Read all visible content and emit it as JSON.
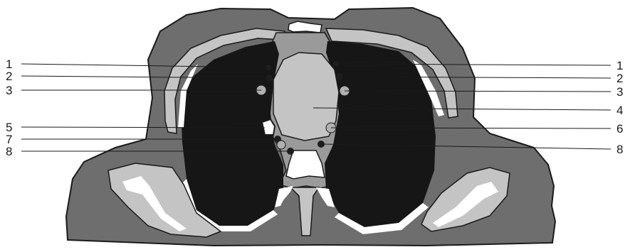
{
  "colors": {
    "body": "#6e6e6e",
    "tissue": "#9a9a9a",
    "bone": "#c4c4c4",
    "lung": "#161616",
    "white": "#ffffff",
    "outline": "#1a1a1a",
    "node_light": "#b0b0b0",
    "node_dark": "#1e1e1e"
  },
  "labels_left": [
    {
      "id": "left-1",
      "text": "1"
    },
    {
      "id": "left-2",
      "text": "2"
    },
    {
      "id": "left-3",
      "text": "3"
    },
    {
      "id": "left-5",
      "text": "5"
    },
    {
      "id": "left-7",
      "text": "7"
    },
    {
      "id": "left-8",
      "text": "8"
    }
  ],
  "labels_right": [
    {
      "id": "right-1",
      "text": "1"
    },
    {
      "id": "right-2",
      "text": "2"
    },
    {
      "id": "right-3",
      "text": "3"
    },
    {
      "id": "right-4",
      "text": "4"
    },
    {
      "id": "right-6",
      "text": "6"
    },
    {
      "id": "right-8",
      "text": "8"
    }
  ]
}
